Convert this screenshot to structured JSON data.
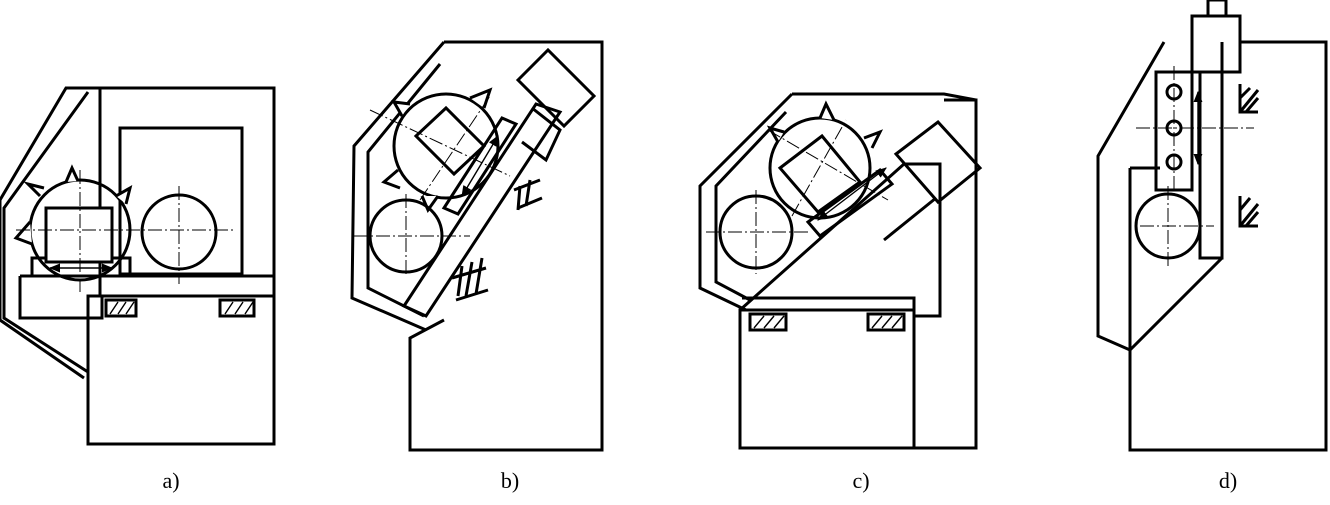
{
  "figure": {
    "panels": [
      {
        "id": "a",
        "caption": "a)"
      },
      {
        "id": "b",
        "caption": "b)"
      },
      {
        "id": "c",
        "caption": "c)"
      },
      {
        "id": "d",
        "caption": "d)"
      }
    ]
  }
}
